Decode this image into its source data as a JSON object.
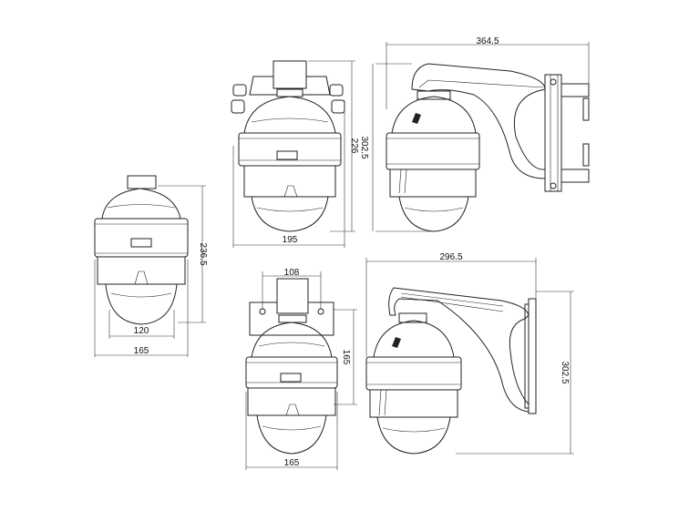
{
  "drawing": {
    "line_color": "#222222",
    "background": "#ffffff",
    "dimensions": {
      "ceiling_width": "165",
      "ceiling_inner_width": "120",
      "ceiling_height": "236.5",
      "pendant_width": "195",
      "pendant_height": "226",
      "wallarm_height": "302.5",
      "wallarm_length": "364.5",
      "corner_top_width": "108",
      "corner_width": "165",
      "corner_bracket_height": "165",
      "corner_side_length": "296.5",
      "corner_side_height": "302.5"
    }
  }
}
